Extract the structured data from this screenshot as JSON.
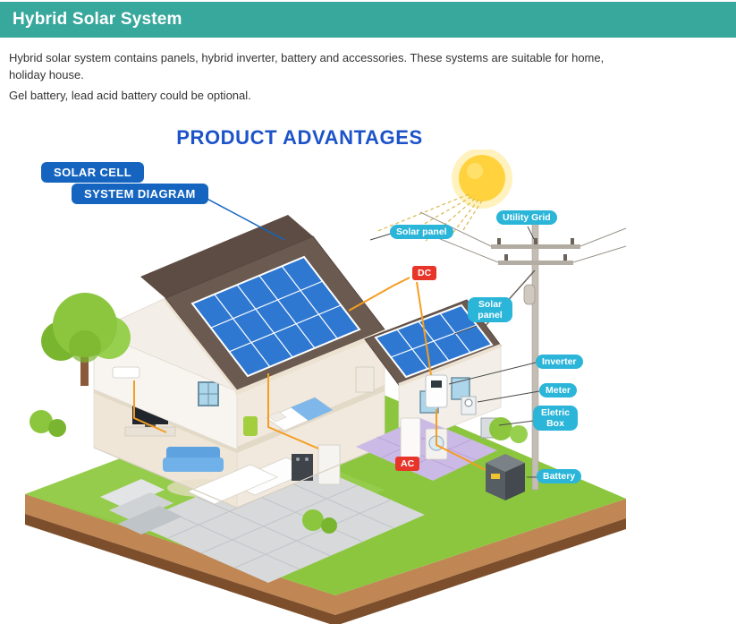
{
  "header": {
    "title": "Hybrid Solar System"
  },
  "intro": {
    "paragraph1": "Hybrid solar system contains panels, hybrid inverter, battery and accessories. These systems are suitable for home, holiday house.",
    "paragraph2": "Gel battery, lead acid battery could be optional."
  },
  "section": {
    "title": "PRODUCT ADVANTAGES"
  },
  "diagram": {
    "badges": {
      "solar_cell": "SOLAR CELL",
      "system_diagram": "SYSTEM DIAGRAM"
    },
    "labels": {
      "solar_panel_top": "Solar panel",
      "dc": "DC",
      "utility_grid": "Utility Grid",
      "solar_panel_right": "Solar panel",
      "inverter": "Inverter",
      "meter": "Meter",
      "electric_box": "Eletric Box",
      "ac": "AC",
      "battery": "Battery"
    },
    "colors": {
      "header_teal": "#38a89d",
      "heading_blue": "#1d53c9",
      "badge_blue": "#1565c0",
      "label_cyan": "#2ab5d9",
      "label_red": "#e8352a",
      "panel_blue": "#2e78d2",
      "grass_green": "#8cc63f"
    }
  }
}
